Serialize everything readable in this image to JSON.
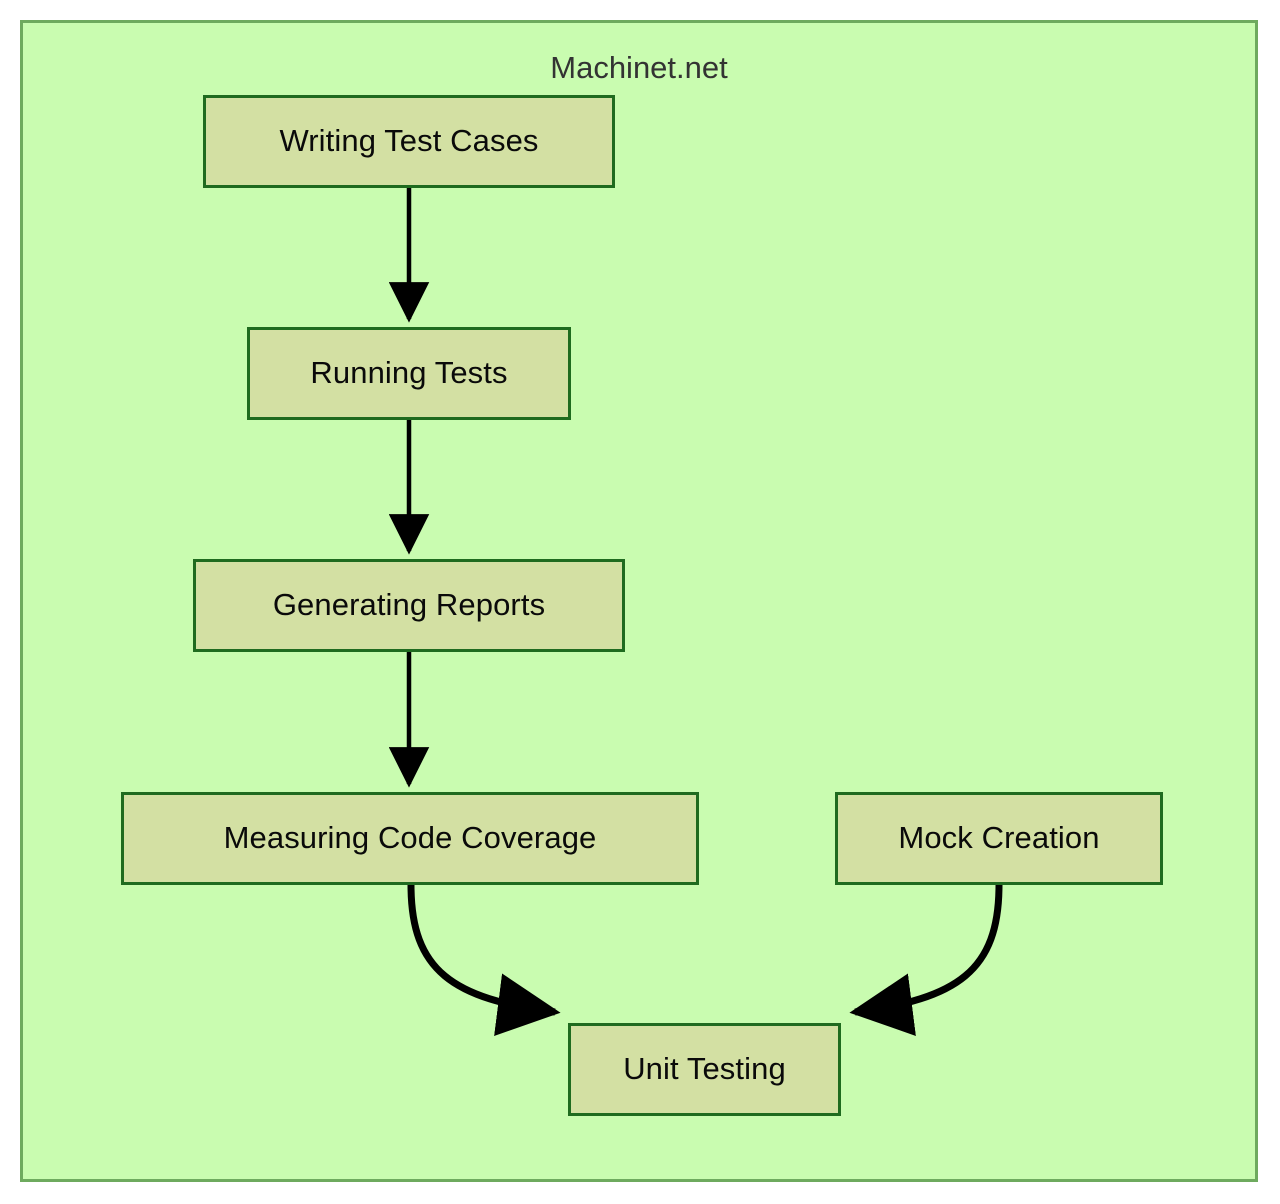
{
  "diagram": {
    "title": "Machinet.net",
    "type": "flowchart",
    "direction": "top-to-bottom",
    "colors": {
      "frame_background": "#c9fcb0",
      "frame_border": "#6eaa5e",
      "node_fill": "#d3e0a3",
      "node_border": "#1f6b1f",
      "edge": "#000000",
      "node_text": "#0a0a0a",
      "title_text": "#333333"
    },
    "nodes": [
      {
        "id": "writing-test-cases",
        "label": "Writing Test Cases"
      },
      {
        "id": "running-tests",
        "label": "Running Tests"
      },
      {
        "id": "generating-reports",
        "label": "Generating Reports"
      },
      {
        "id": "measuring-coverage",
        "label": "Measuring Code Coverage"
      },
      {
        "id": "mock-creation",
        "label": "Mock Creation"
      },
      {
        "id": "unit-testing",
        "label": "Unit Testing"
      }
    ],
    "edges": [
      {
        "from": "writing-test-cases",
        "to": "running-tests",
        "style": "straight",
        "arrow": "end"
      },
      {
        "from": "running-tests",
        "to": "generating-reports",
        "style": "straight",
        "arrow": "end"
      },
      {
        "from": "generating-reports",
        "to": "measuring-coverage",
        "style": "straight",
        "arrow": "end"
      },
      {
        "from": "measuring-coverage",
        "to": "unit-testing",
        "style": "curved",
        "arrow": "end"
      },
      {
        "from": "mock-creation",
        "to": "unit-testing",
        "style": "curved",
        "arrow": "end"
      }
    ]
  }
}
